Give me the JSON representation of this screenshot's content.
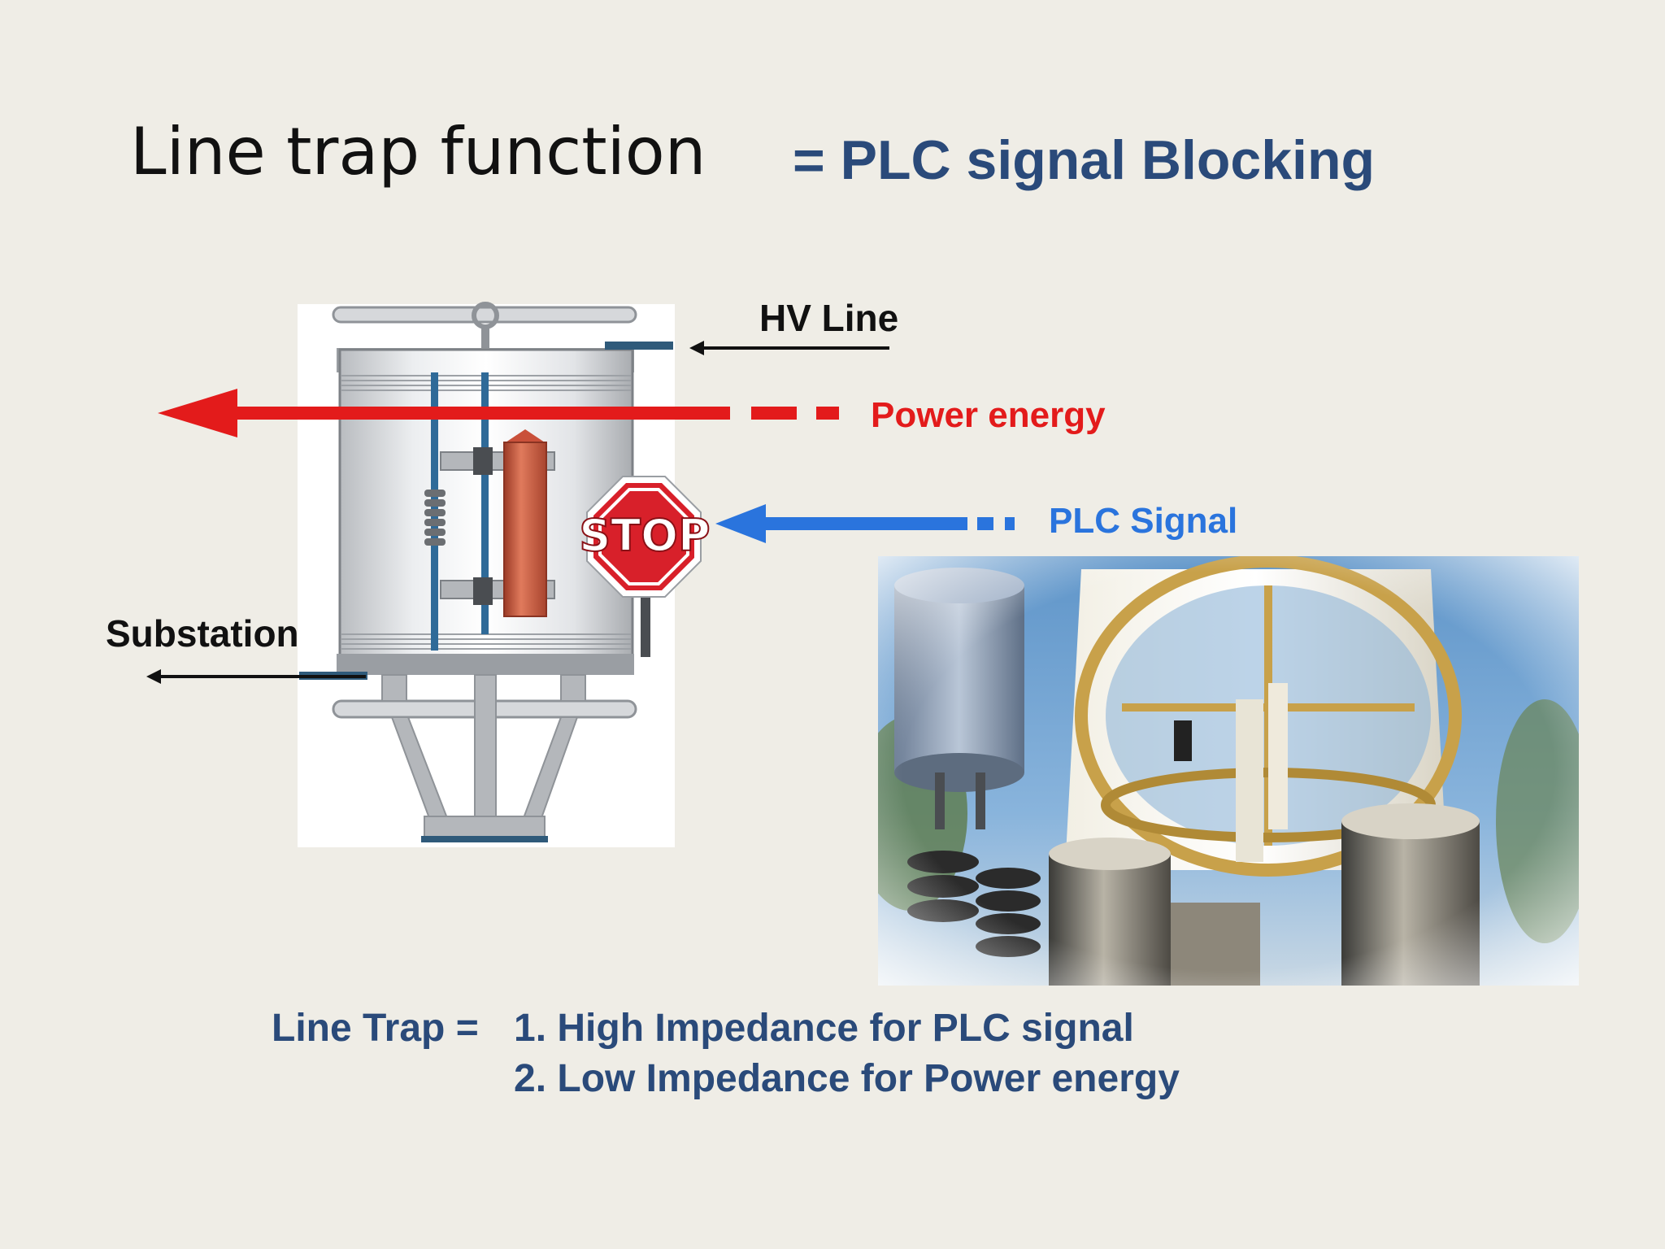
{
  "title": "Line trap function",
  "subtitle": "= PLC signal Blocking",
  "labels": {
    "hv_line": "HV Line",
    "power_energy": "Power energy",
    "plc_signal": "PLC Signal",
    "substation": "Substation",
    "stop_sign": "STOP"
  },
  "definition": {
    "head": "Line Trap =",
    "items": [
      "1. High Impedance for PLC signal",
      "2. Low Impedance for Power energy"
    ]
  },
  "colors": {
    "title_blue": "#2a4a7a",
    "power_red": "#e31b1b",
    "plc_blue": "#2a74dd",
    "stop_red": "#d8202a"
  }
}
